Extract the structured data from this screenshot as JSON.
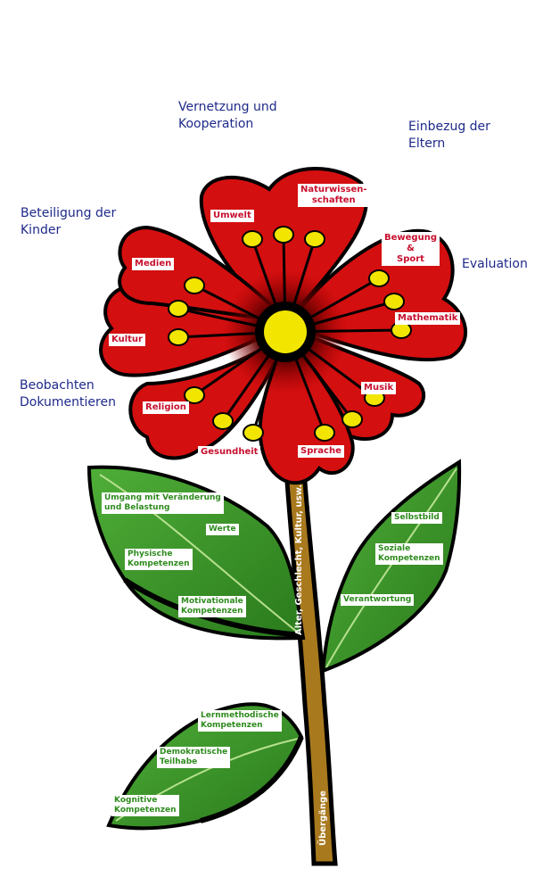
{
  "outer_labels": {
    "vernetzung": "Vernetzung und\nKooperation",
    "eltern": "Einbezug der\nEltern",
    "kinder": "Beteiligung der\nKinder",
    "evaluation": "Evaluation",
    "beobachten": "Beobachten\nDokumentieren"
  },
  "petal_labels": {
    "naturwissenschaften": "Naturwissen-\nschaften",
    "umwelt": "Umwelt",
    "bewegung": "Bewegung\n&\nSport",
    "medien": "Medien",
    "mathematik": "Mathematik",
    "kultur": "Kultur",
    "musik": "Musik",
    "religion": "Religion",
    "gesundheit": "Gesundheit",
    "sprache": "Sprache"
  },
  "leaf_labels": {
    "umgang": "Umgang mit Veränderung\nund Belastung",
    "werte": "Werte",
    "physische": "Physische\nKompetenzen",
    "motivationale": "Motivationale\nKompetenzen",
    "selbstbild": "Selbstbild",
    "soziale": "Soziale\nKompetenzen",
    "verantwortung": "Verantwortung",
    "lernmethodische": "Lernmethodische\nKompetenzen",
    "demokratische": "Demokratische\nTeilhabe",
    "kognitive": "Kognitive\nKompetenzen"
  },
  "stem_labels": {
    "alter": "Alter, Geschlecht, Kultur, usw.",
    "uebergaenge": "Übergänge"
  },
  "colors": {
    "petal": "#d40f10",
    "center": "#f2e600",
    "leaf": "#3c9a2a",
    "stem": "#a9791e",
    "outer_text": "#1f2a8a"
  }
}
